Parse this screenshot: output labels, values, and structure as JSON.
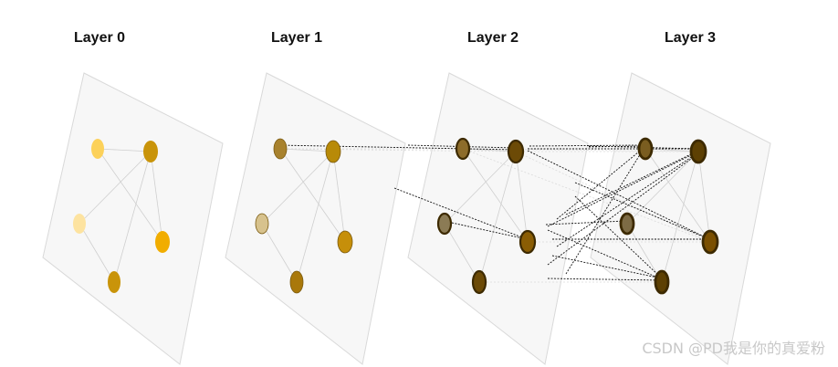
{
  "layers": [
    {
      "title": "Layer 0"
    },
    {
      "title": "Layer 1"
    },
    {
      "title": "Layer 2"
    },
    {
      "title": "Layer 3"
    }
  ],
  "colors": {
    "plane_fill": "#f7f7f7",
    "plane_stroke": "#d9d9d9",
    "intra_edge": "#cfcfcf",
    "cross_edge": "#111111",
    "layer0_nodes": [
      "#fcd15a",
      "#c9940a",
      "#fde3a0",
      "#f1ad00",
      "#c9940a"
    ],
    "layer1_nodes": [
      "#a8822e",
      "#b88a08",
      "#d7c28d",
      "#c68f0a",
      "#a9780a"
    ],
    "layer2_nodes": [
      "#8d6c2a",
      "#6c4a06",
      "#8b7b55",
      "#8a5d04",
      "#6c4a06"
    ],
    "layer3_nodes": [
      "#7a5d20",
      "#5d4003",
      "#7d6b45",
      "#7a4f00",
      "#5d4003"
    ]
  },
  "watermark": "CSDN @PD我是你的真爱粉"
}
